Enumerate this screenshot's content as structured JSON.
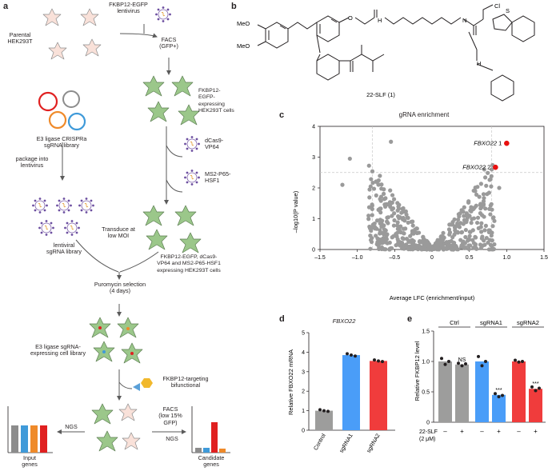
{
  "panel_a": {
    "letter": "a",
    "parental": "Parental\nHEK293T",
    "fkbp_lentivirus": "FKBP12-EGFP\nlentivirus",
    "facs": "FACS\n(GFP+)",
    "fkbp_cells": "FKBP12-EGFP-\nexpressing\nHEK293T cells",
    "dcas9": "dCas9-\nVP64",
    "ms2": "MS2-P65-\nHSF1",
    "library": "E3 ligase CRISPRa\nsgRNA library",
    "package": "package into\nlentivirus",
    "lentiviral": "lentiviral\nsgRNA library",
    "transduce": "Transduce at\nlow MOI",
    "expressing": "FKBP12-EGFP, dCas9-\nVP64 and MS2-P65-HSF1\nexpressing HEK293T cells",
    "puromycin": "Puromycin selection\n(4 days)",
    "e3_library": "E3 ligase sgRNA-\nexpressing cell library",
    "bifunctional": "FKBP12-targeting\nbifunctional",
    "facs_low": "FACS\n(low 15%\nGFP)",
    "ngs_left": "NGS",
    "ngs_right": "NGS",
    "input_genes": "Input\ngenes",
    "candidate_genes": "Candidate\ngenes"
  },
  "panel_b": {
    "letter": "b",
    "compound": "22-SLF (1)",
    "atoms": {
      "meo1": "MeO",
      "meo2": "MeO",
      "o": "O",
      "n": "N",
      "h": "H",
      "cl": "Cl",
      "s": "S",
      "hn": "H"
    }
  },
  "panel_c": {
    "letter": "c",
    "chart_data": {
      "type": "scatter",
      "title": "gRNA enrichment",
      "xlabel": "Average LFC (enrichment/input)",
      "ylabel": "–log10(P value)",
      "xlim": [
        -1.5,
        1.5
      ],
      "ylim": [
        0,
        4
      ],
      "xticks": [
        "–1.5",
        "–1.0",
        "–0.5",
        "0",
        "0.5",
        "1.0",
        "1.5"
      ],
      "yticks": [
        "0",
        "1",
        "2",
        "3",
        "4"
      ],
      "thresholds": {
        "x": [
          -0.8,
          0.8
        ],
        "y": 2.5
      },
      "highlighted": [
        {
          "gene": "FBXO22",
          "guide": "1",
          "x": 1.0,
          "y": 3.45
        },
        {
          "gene": "FBXO22",
          "guide": "2",
          "x": 0.85,
          "y": 2.67
        }
      ]
    }
  },
  "panel_d": {
    "letter": "d",
    "chart_data": {
      "type": "bar",
      "title": "FBXO22",
      "ylabel": "Relative FBXO22 mRNA",
      "categories": [
        "Control",
        "sgRNA1",
        "sgRNA2"
      ],
      "values": [
        1.0,
        3.85,
        3.55
      ],
      "points": [
        [
          1.05,
          1.0,
          0.97
        ],
        [
          3.92,
          3.85,
          3.8
        ],
        [
          3.6,
          3.55,
          3.52
        ]
      ],
      "colors": [
        "#9d9d9c",
        "#4a9df8",
        "#f03c3c"
      ],
      "ylim": [
        0,
        5
      ],
      "yticks": [
        "0",
        "1",
        "2",
        "3",
        "4",
        "5"
      ]
    }
  },
  "panel_e": {
    "letter": "e",
    "chart_data": {
      "type": "bar",
      "ylabel": "Relative FKBP12 level",
      "groups": [
        "Ctrl",
        "sgRNA1",
        "sgRNA2"
      ],
      "conditions": [
        "–",
        "+"
      ],
      "condition_label": "22-SLF\n(2 μM)",
      "values": [
        [
          1.0,
          0.95
        ],
        [
          1.0,
          0.45
        ],
        [
          1.0,
          0.55
        ]
      ],
      "points": [
        [
          [
            1.05,
            0.95,
            1.0
          ],
          [
            0.97,
            0.93,
            0.96
          ]
        ],
        [
          [
            1.08,
            0.93,
            1.0
          ],
          [
            0.47,
            0.42,
            0.44
          ]
        ],
        [
          [
            1.02,
            0.99,
            1.0
          ],
          [
            0.58,
            0.52,
            0.56
          ]
        ]
      ],
      "colors": [
        "#9d9d9c",
        "#4a9df8",
        "#f03c3c"
      ],
      "significance": [
        "NS",
        "***",
        "***"
      ],
      "ylim": [
        0,
        1.5
      ],
      "yticks": [
        "0",
        "0.5",
        "1.0",
        "1.5"
      ]
    }
  }
}
